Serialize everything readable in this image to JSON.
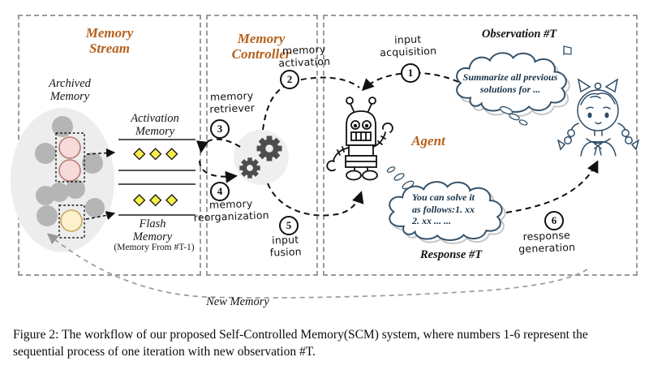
{
  "diagram": {
    "memory_stream": {
      "title_line1": "Memory",
      "title_line2": "Stream",
      "archived_line1": "Archived",
      "archived_line2": "Memory",
      "activation_line1": "Activation",
      "activation_line2": "Memory",
      "flash_line1": "Flash",
      "flash_line2": "Memory",
      "flash_note": "(Memory From #T-1)"
    },
    "controller": {
      "title_line1": "Memory",
      "title_line2": "Controller"
    },
    "agent_label": "Agent",
    "steps": {
      "s1": {
        "num": "1",
        "line1": "input",
        "line2": "acquisition"
      },
      "s2": {
        "num": "2",
        "line1": "memory",
        "line2": "activation"
      },
      "s3": {
        "num": "3",
        "line1": "memory",
        "line2": "retriever"
      },
      "s4": {
        "num": "4",
        "line1": "memory",
        "line2": "reorganization"
      },
      "s5": {
        "num": "5",
        "line1": "input",
        "line2": "fusion"
      },
      "s6": {
        "num": "6",
        "line1": "response",
        "line2": "generation"
      }
    },
    "observation": {
      "heading": "Observation #T",
      "bubble_line1": "Summarize all previous",
      "bubble_line2": "solutions for ..."
    },
    "response": {
      "heading": "Response #T",
      "bubble_line1": "You can solve it",
      "bubble_line2": "as follows:1. xx",
      "bubble_line3": "2. xx ... ..."
    },
    "new_memory_label": "New Memory"
  },
  "caption": {
    "line1": "Figure 2: The workflow of our proposed Self-Controlled Memory(SCM) system, where numbers 1-6 represent the",
    "line2": "sequential process of one iteration with new observation #T."
  },
  "colors": {
    "accent_orange": "#b5611c",
    "ink_blue": "#2e4d68",
    "diamond_yellow": "#f7ee4a",
    "border_gray": "#9a9a9a",
    "arrow_black": "#111111"
  }
}
